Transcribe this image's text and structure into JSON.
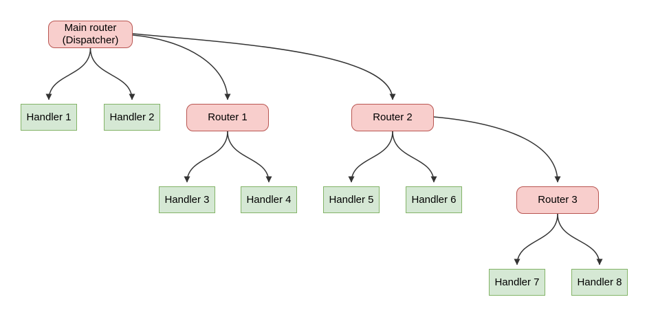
{
  "diagram": {
    "type": "flowchart",
    "nodes": [
      {
        "id": "main-router",
        "type": "router",
        "label": "Main router\n(Dispatcher)"
      },
      {
        "id": "handler-1",
        "type": "handler",
        "label": "Handler 1"
      },
      {
        "id": "handler-2",
        "type": "handler",
        "label": "Handler 2"
      },
      {
        "id": "router-1",
        "type": "router",
        "label": "Router 1"
      },
      {
        "id": "router-2",
        "type": "router",
        "label": "Router 2"
      },
      {
        "id": "handler-3",
        "type": "handler",
        "label": "Handler 3"
      },
      {
        "id": "handler-4",
        "type": "handler",
        "label": "Handler 4"
      },
      {
        "id": "handler-5",
        "type": "handler",
        "label": "Handler 5"
      },
      {
        "id": "handler-6",
        "type": "handler",
        "label": "Handler 6"
      },
      {
        "id": "router-3",
        "type": "router",
        "label": "Router 3"
      },
      {
        "id": "handler-7",
        "type": "handler",
        "label": "Handler 7"
      },
      {
        "id": "handler-8",
        "type": "handler",
        "label": "Handler 8"
      }
    ],
    "edges": [
      {
        "from": "main-router",
        "to": "handler-1"
      },
      {
        "from": "main-router",
        "to": "handler-2"
      },
      {
        "from": "main-router",
        "to": "router-1"
      },
      {
        "from": "main-router",
        "to": "router-2"
      },
      {
        "from": "router-1",
        "to": "handler-3"
      },
      {
        "from": "router-1",
        "to": "handler-4"
      },
      {
        "from": "router-2",
        "to": "handler-5"
      },
      {
        "from": "router-2",
        "to": "handler-6"
      },
      {
        "from": "router-2",
        "to": "router-3"
      },
      {
        "from": "router-3",
        "to": "handler-7"
      },
      {
        "from": "router-3",
        "to": "handler-8"
      }
    ],
    "colors": {
      "router_fill": "#f8cecc",
      "router_border": "#b85450",
      "handler_fill": "#d5e8d4",
      "handler_border": "#82b366",
      "edge": "#333333",
      "text": "#000000",
      "background": "#ffffff"
    }
  }
}
